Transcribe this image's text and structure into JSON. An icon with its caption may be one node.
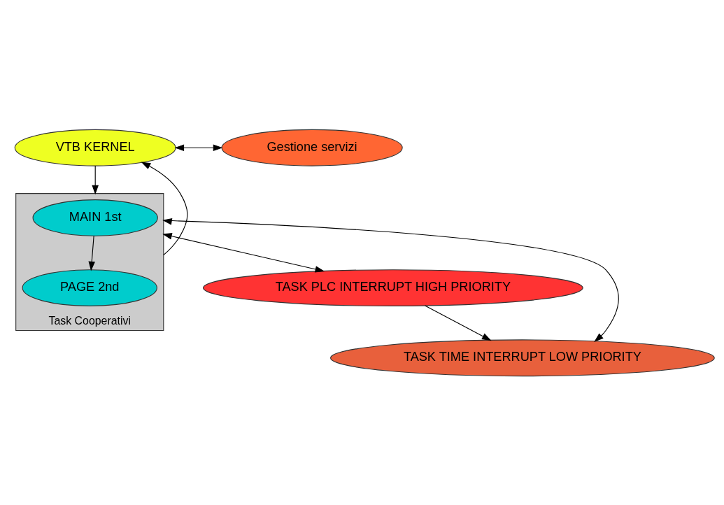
{
  "diagram": {
    "nodes": [
      {
        "text": [
          "VTB KERNEL"
        ]
      },
      {
        "text": [
          "Gestione servizi"
        ]
      },
      {
        "text": [
          "Task Cooperativi"
        ]
      },
      {
        "text": [
          "MAIN 1st"
        ],
        "in": 2
      },
      {
        "text": [
          "PAGE 2nd"
        ],
        "in": 2
      },
      {
        "text": [
          "TASK PLC INTERRUPT HIGH PRIORITY"
        ]
      },
      {
        "text": [
          "TASK TIME INTERRUPT LOW PRIORITY"
        ]
      }
    ],
    "edges": [
      {
        "from": 0,
        "to": 1,
        "arrow": "both"
      },
      {
        "from": 0,
        "to": 2,
        "arrow": "to"
      },
      {
        "from": 3,
        "to": 4,
        "arrow": "to"
      },
      {
        "from": 2,
        "to": 5,
        "arrow": "both"
      },
      {
        "from": 5,
        "to": 6,
        "arrow": "to"
      },
      {
        "from": 2,
        "to": 6,
        "arrow": "both"
      },
      {
        "from": 2,
        "to": 0,
        "arrow": "to"
      }
    ]
  }
}
